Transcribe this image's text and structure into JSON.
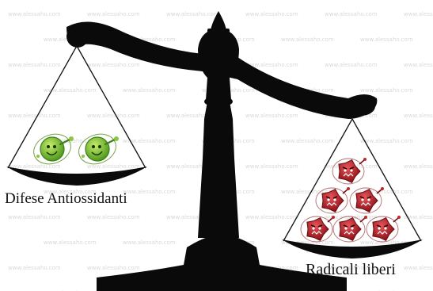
{
  "labels": {
    "left_pan": "Difese Antiossidanti",
    "right_pan": "Radicali liberi"
  },
  "watermark": "www.alessaho.com",
  "colors": {
    "balance": "#0a0a0a",
    "antioxidant": "#8cc63f",
    "antioxidant_dark": "#3f7f1c",
    "radical": "#c1272d",
    "radical_dark": "#6d0d12"
  },
  "counts": {
    "antioxidants": 2,
    "radicals": 6
  }
}
